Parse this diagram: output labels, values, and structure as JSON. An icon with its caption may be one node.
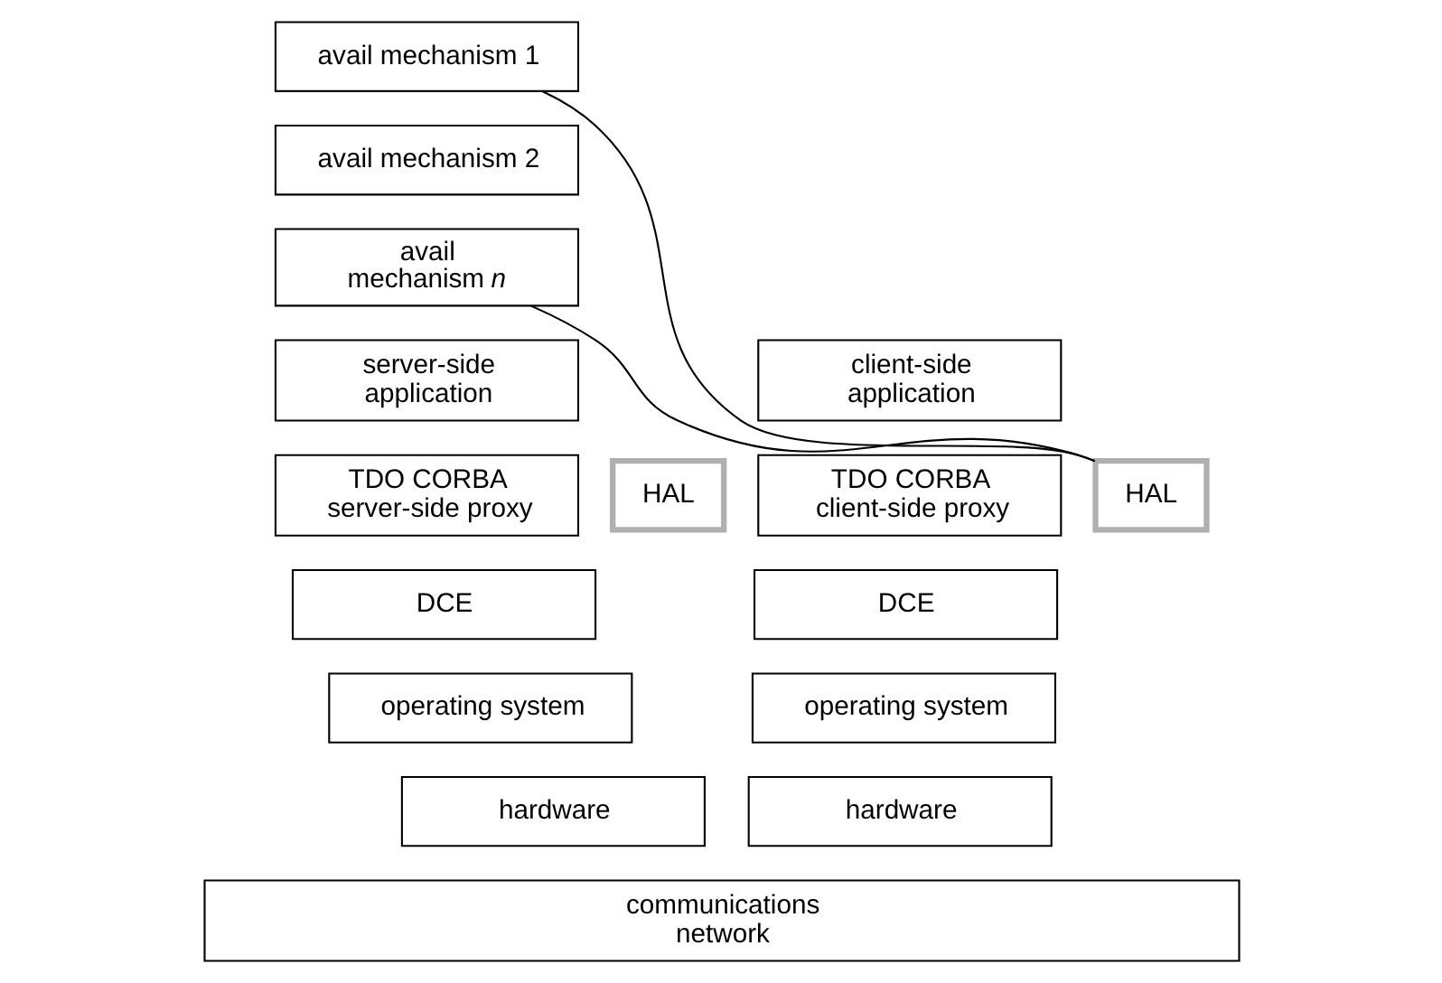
{
  "diagram": {
    "nodes": [
      {
        "text": [
          "avail mechanism 1"
        ]
      },
      {
        "text": [
          "avail mechanism 2"
        ]
      },
      {
        "text": [
          "avail mechanism *n*"
        ]
      },
      {
        "text": [
          "client-side application"
        ]
      },
      {
        "text": [
          "TDO CORBA client-side proxy"
        ]
      },
      {
        "text": [
          "HAL"
        ]
      },
      {
        "text": [
          "DCE"
        ]
      },
      {
        "text": [
          "operating system"
        ]
      },
      {
        "text": [
          "hardware"
        ]
      },
      {
        "text": [
          "server-side application"
        ]
      },
      {
        "text": [
          "TDO CORBA server-side proxy"
        ]
      },
      {
        "text": [
          "HAL"
        ]
      },
      {
        "text": [
          "DCE"
        ]
      },
      {
        "text": [
          "operating system"
        ]
      },
      {
        "text": [
          "hardware"
        ]
      },
      {
        "text": [
          "communications network"
        ]
      }
    ],
    "edges": [
      {
        "from": 5,
        "to": 0,
        "arrow": "none"
      },
      {
        "from": 5,
        "to": 2,
        "arrow": "none"
      }
    ]
  }
}
